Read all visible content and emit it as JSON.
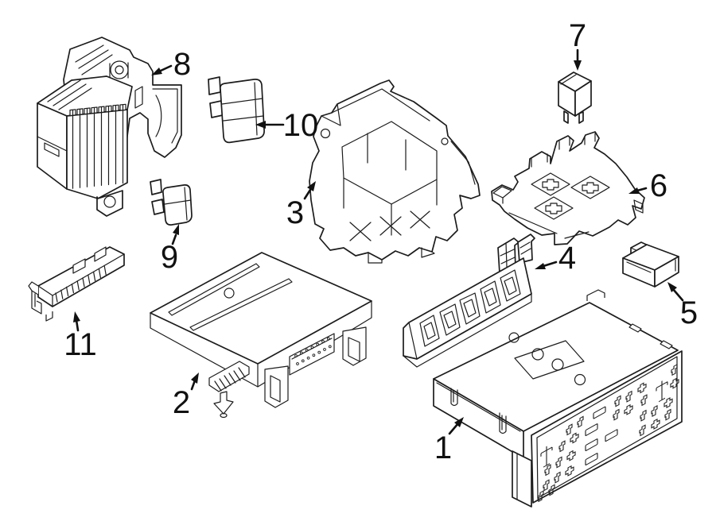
{
  "diagram": {
    "type": "exploded-parts-line-drawing",
    "colors": {
      "background": "#ffffff",
      "line": "#1c1c1c",
      "label": "#111111"
    }
  },
  "callouts": [
    {
      "label": "1"
    },
    {
      "label": "2"
    },
    {
      "label": "3"
    },
    {
      "label": "4"
    },
    {
      "label": "5"
    },
    {
      "label": "6"
    },
    {
      "label": "7"
    },
    {
      "label": "8"
    },
    {
      "label": "9"
    },
    {
      "label": "10"
    },
    {
      "label": "11"
    }
  ]
}
